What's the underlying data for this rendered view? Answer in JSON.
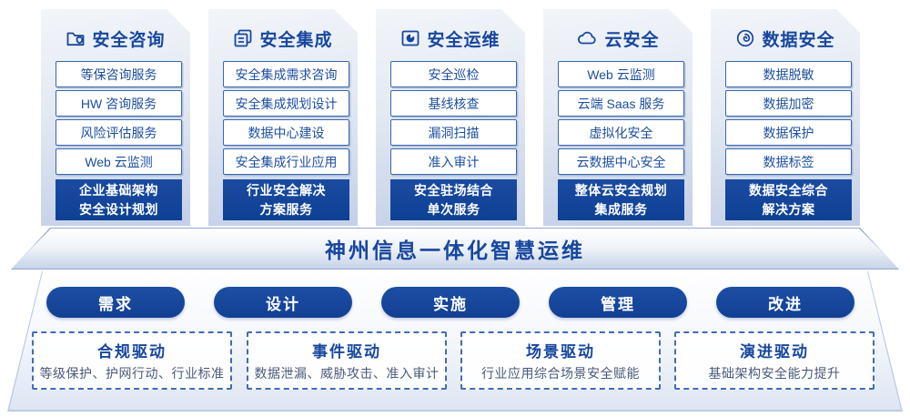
{
  "colors": {
    "accent_blue": "#17479e",
    "item_border_blue": "#3a67ae",
    "card_gradient_bottom": "#c2cfe7",
    "platform_light_blue": "#dde6f3",
    "driver_desc_gray": "#4a5a78"
  },
  "columns": [
    {
      "icon": "folder-shield-icon",
      "title": "安全咨询",
      "items": [
        "等保咨询服务",
        "HW 咨询服务",
        "风险评估服务",
        "Web 云监测"
      ],
      "footer": [
        "企业基础架构",
        "安全设计规划"
      ]
    },
    {
      "icon": "stacked-docs-icon",
      "title": "安全集成",
      "items": [
        "安全集成需求咨询",
        "安全集成规划设计",
        "数据中心建设",
        "安全集成行业应用"
      ],
      "footer": [
        "行业安全解决",
        "方案服务"
      ]
    },
    {
      "icon": "window-clock-icon",
      "title": "安全运维",
      "items": [
        "安全巡检",
        "基线核查",
        "漏洞扫描",
        "准入审计"
      ],
      "footer": [
        "安全驻场结合",
        "单次服务"
      ]
    },
    {
      "icon": "cloud-icon",
      "title": "云安全",
      "items": [
        "Web 云监测",
        "云端 Saas 服务",
        "虚拟化安全",
        "云数据中心安全"
      ],
      "footer": [
        "整体云安全规划",
        "集成服务"
      ]
    },
    {
      "icon": "fingerprint-icon",
      "title": "数据安全",
      "items": [
        "数据脱敏",
        "数据加密",
        "数据保护",
        "数据标签"
      ],
      "footer": [
        "数据安全综合",
        "解决方案"
      ]
    }
  ],
  "banner": {
    "title": "神州信息一体化智慧运维"
  },
  "process_pills": [
    {
      "label": "需求"
    },
    {
      "label": "设计"
    },
    {
      "label": "实施"
    },
    {
      "label": "管理"
    },
    {
      "label": "改进"
    }
  ],
  "drivers": [
    {
      "title": "合规驱动",
      "desc": "等级保护、护网行动、行业标准"
    },
    {
      "title": "事件驱动",
      "desc": "数据泄漏、威胁攻击、准入审计"
    },
    {
      "title": "场景驱动",
      "desc": "行业应用综合场景安全赋能"
    },
    {
      "title": "演进驱动",
      "desc": "基础架构安全能力提升"
    }
  ]
}
